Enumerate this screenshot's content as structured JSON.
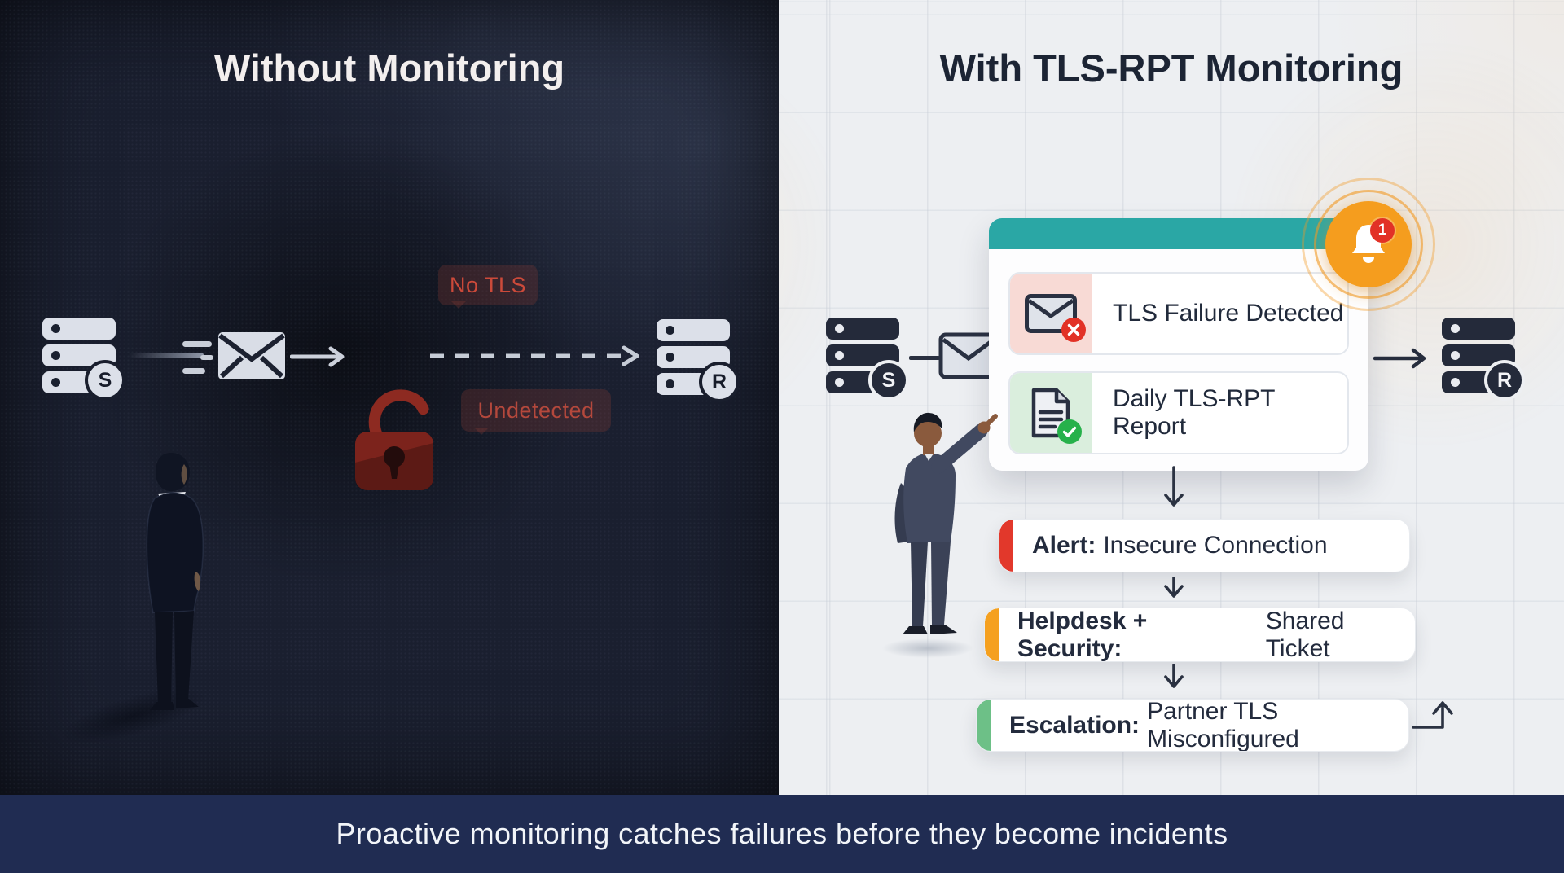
{
  "left_panel": {
    "title": "Without Monitoring",
    "sender_label": "S",
    "receiver_label": "R",
    "no_tls_bubble": "No TLS",
    "undetected_bubble": "Undetected",
    "icons": [
      "server-icon",
      "envelope-icon",
      "arrow-icon",
      "dashed-arrow-icon",
      "open-lock-icon",
      "person-silhouette"
    ]
  },
  "right_panel": {
    "title": "With TLS-RPT Monitoring",
    "sender_label": "S",
    "receiver_label": "R",
    "notification_badge": "1",
    "report_card": {
      "rows": [
        {
          "label": "TLS Failure Detected"
        },
        {
          "label": "Daily TLS-RPT Report"
        }
      ]
    },
    "flow_steps": [
      {
        "prefix": "Alert:",
        "label": "Insecure Connection",
        "accent": "#e2382b"
      },
      {
        "prefix": "Helpdesk + Security:",
        "label": "Shared Ticket",
        "accent": "#f5a01f"
      },
      {
        "prefix": "Escalation:",
        "label": "Partner TLS Misconfigured",
        "accent": "#6dc087"
      }
    ],
    "icons": [
      "server-icon",
      "envelope-icon",
      "bell-icon",
      "envelope-error-icon",
      "report-check-icon",
      "down-arrow-icon",
      "elbow-up-arrow-icon",
      "person-pointing"
    ]
  },
  "banner": {
    "text": "Proactive monitoring catches failures before they become incidents"
  },
  "colors": {
    "left_background": "#1a1f2f",
    "right_background": "#edeff2",
    "banner_background": "#202c52",
    "teal_header": "#2aa7a5",
    "bell_orange": "#f59d1e",
    "alert_red": "#e2382b",
    "warning_orange": "#f5a01f",
    "ok_green": "#6dc087",
    "danger_text": "#c64a3a"
  }
}
